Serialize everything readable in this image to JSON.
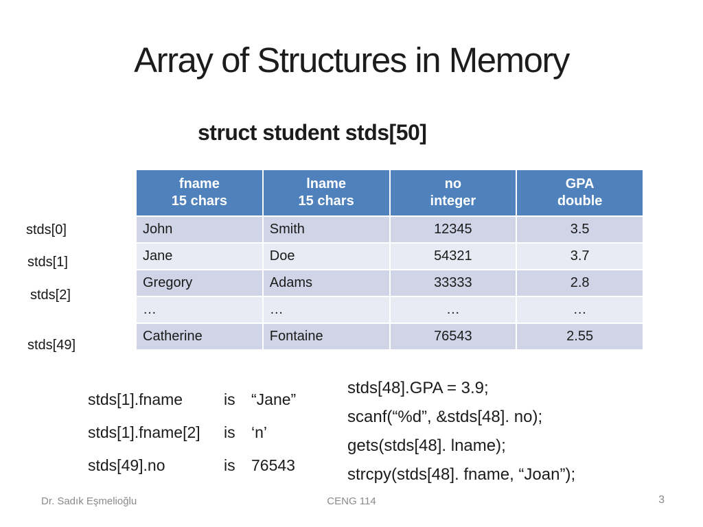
{
  "slide": {
    "title": "Array of Structures in Memory",
    "subtitle": "struct student stds[50]"
  },
  "table": {
    "header_bg": "#4F81BD",
    "row_bg_dark": "#CFD4E6",
    "row_bg_light": "#E8EBF4",
    "columns": [
      {
        "name": "fname",
        "type": "15 chars"
      },
      {
        "name": "lname",
        "type": "15 chars"
      },
      {
        "name": "no",
        "type": "integer"
      },
      {
        "name": "GPA",
        "type": "double"
      }
    ],
    "rows": [
      [
        "John",
        "Smith",
        "12345",
        "3.5"
      ],
      [
        "Jane",
        "Doe",
        "54321",
        "3.7"
      ],
      [
        "Gregory",
        "Adams",
        "33333",
        "2.8"
      ],
      [
        "…",
        "…",
        "…",
        "…"
      ],
      [
        "Catherine",
        "Fontaine",
        "76543",
        "2.55"
      ]
    ],
    "row_labels": [
      "stds[0]",
      "stds[1]",
      "stds[2]",
      "stds[49]"
    ]
  },
  "examples": [
    {
      "expr": "stds[1].fname",
      "verb": "is",
      "value": "“Jane”"
    },
    {
      "expr": "stds[1].fname[2]",
      "verb": "is",
      "value": "‘n’"
    },
    {
      "expr": "stds[49].no",
      "verb": "is",
      "value": "76543"
    }
  ],
  "code_lines": [
    "stds[48].GPA = 3.9;",
    "scanf(“%d”, &stds[48]. no);",
    "gets(stds[48]. lname);",
    "strcpy(stds[48]. fname, “Joan”);"
  ],
  "footer": {
    "author": "Dr. Sadık Eşmelioğlu",
    "course": "CENG 114",
    "page": "3"
  }
}
